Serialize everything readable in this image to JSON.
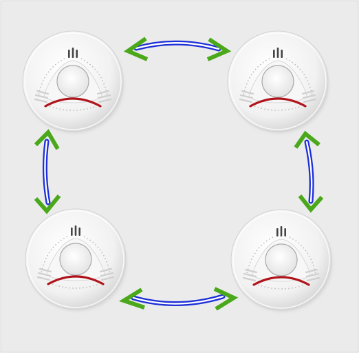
{
  "figure": {
    "background": "#ebebeb",
    "frame_color": "#d6d6d6",
    "arrow_shaft_color": "#1d2fd8",
    "arrow_head_color": "#4aa81a",
    "detector_body": "#f4f4f4",
    "detector_accent": "#b0141b"
  },
  "nodes": [
    {
      "id": "detector-top-left",
      "icon": "smoke-detector-icon"
    },
    {
      "id": "detector-top-right",
      "icon": "smoke-detector-icon"
    },
    {
      "id": "detector-bottom-left",
      "icon": "smoke-detector-icon"
    },
    {
      "id": "detector-bottom-right",
      "icon": "smoke-detector-icon"
    }
  ],
  "links": [
    {
      "from": "detector-top-left",
      "to": "detector-top-right",
      "type": "bidirectional"
    },
    {
      "from": "detector-bottom-left",
      "to": "detector-bottom-right",
      "type": "bidirectional"
    },
    {
      "from": "detector-top-left",
      "to": "detector-bottom-left",
      "type": "bidirectional"
    },
    {
      "from": "detector-top-right",
      "to": "detector-bottom-right",
      "type": "bidirectional"
    }
  ]
}
